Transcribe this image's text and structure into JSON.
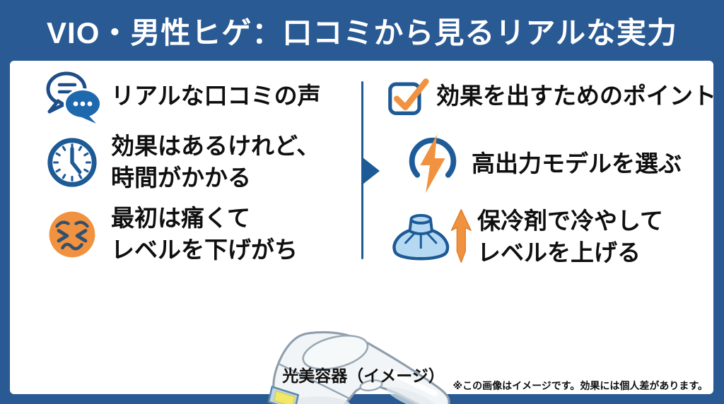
{
  "header": {
    "title": "VIO・男性ヒゲ：口コミから見るリアルな実力"
  },
  "left_column": {
    "heading": {
      "icon": "chat-bubbles-icon",
      "label": "リアルな口コミの声"
    },
    "review_time": {
      "icon": "clock-icon",
      "line1": "効果はあるけれど、",
      "line2": "時間がかかる"
    },
    "review_pain": {
      "icon": "persevering-face-icon",
      "line1": "最初は痛くて",
      "line2": "レベルを下げがち"
    }
  },
  "right_column": {
    "heading": {
      "icon": "checkbox-icon",
      "label": "効果を出すためのポイント"
    },
    "point_power": {
      "icon": "high-power-icon",
      "label": "高出力モデルを選ぶ"
    },
    "point_cooling": {
      "icon": "ice-pack-up-icon",
      "line1": "保冷剤で冷やして",
      "line2": "レベルを上げる"
    }
  },
  "device": {
    "caption": "光美容器（イメージ）"
  },
  "disclaimer": "※この画像はイメージです。効果には個人差があります。",
  "colors": {
    "background_blue": "#2A5A94",
    "accent_blue": "#1D5A96",
    "deep_blue": "#1D4E89",
    "bubble_blue": "#1E68AE",
    "accent_orange": "#F0923F",
    "ice_fill": "#B5D9F2",
    "face_features": "#33506E",
    "text": "#111111"
  }
}
